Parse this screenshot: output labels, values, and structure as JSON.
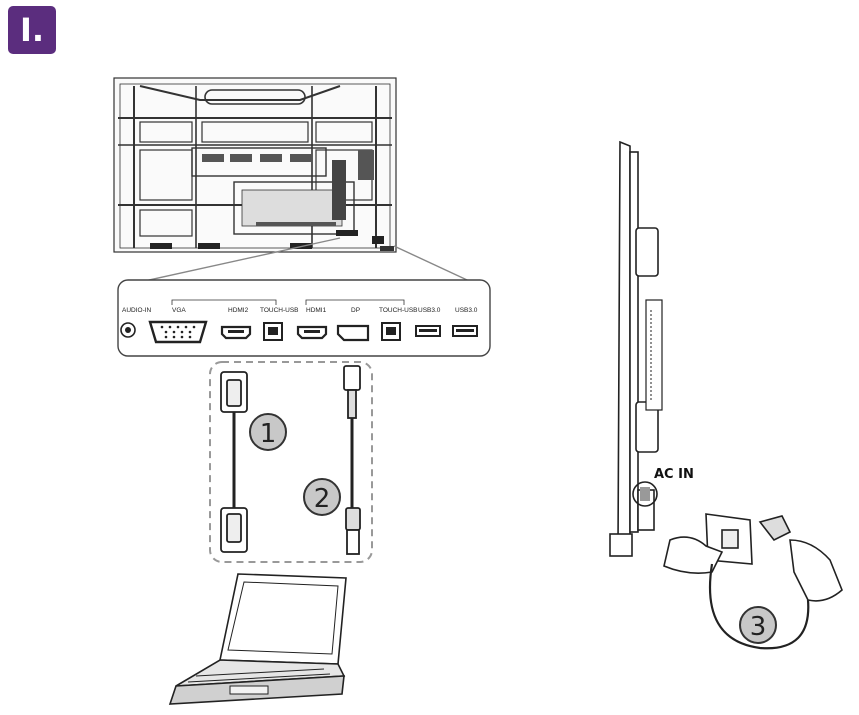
{
  "step": {
    "label": "I.",
    "color": "#5b2d7e"
  },
  "ports": [
    {
      "id": "audio-in",
      "label": "AUDIO-IN"
    },
    {
      "id": "vga",
      "label": "VGA"
    },
    {
      "id": "hdmi2",
      "label": "HDMI2"
    },
    {
      "id": "touch-usb-1",
      "label": "TOUCH-USB"
    },
    {
      "id": "hdmi1",
      "label": "HDMI1"
    },
    {
      "id": "dp",
      "label": "DP"
    },
    {
      "id": "touch-usb-2",
      "label": "TOUCH-USB"
    },
    {
      "id": "usb30-1",
      "label": "USB3.0"
    },
    {
      "id": "usb30-2",
      "label": "USB3.0"
    }
  ],
  "callouts": {
    "one": "1",
    "two": "2",
    "three": "3"
  },
  "ac_in_label": "AC IN"
}
